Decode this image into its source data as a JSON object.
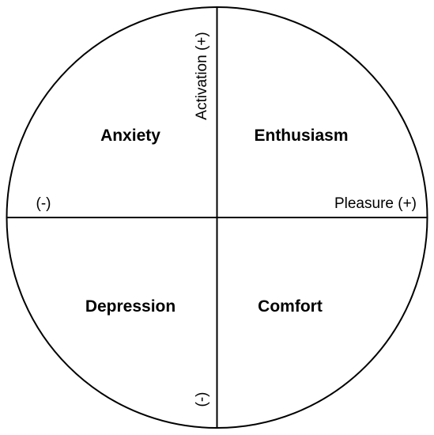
{
  "quadrants": {
    "top_left": "Anxiety",
    "top_right": "Enthusiasm",
    "bottom_left": "Depression",
    "bottom_right": "Comfort"
  },
  "axes": {
    "vertical_positive": "Activation (+)",
    "vertical_negative": "(-)",
    "horizontal_positive": "Pleasure (+)",
    "horizontal_negative": "(-)"
  },
  "colors": {
    "line": "#000000",
    "text": "#000000",
    "background": "#ffffff"
  }
}
